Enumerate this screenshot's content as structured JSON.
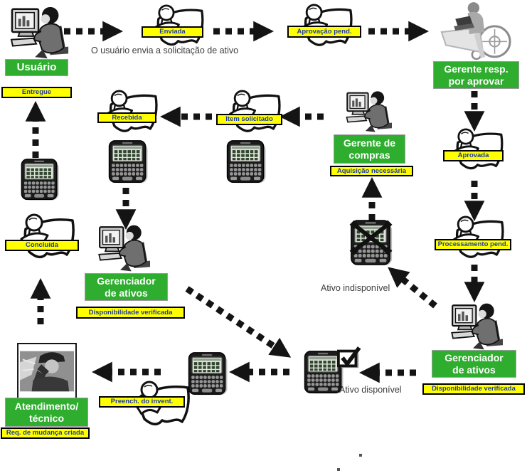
{
  "diagram": {
    "language": "pt-BR",
    "colors": {
      "role_box_green": "#2FAD2F",
      "role_text": "#FFFFFF",
      "status_fill_yellow": "#FFFF00",
      "status_text_blue": "#1B3AAE",
      "status_border": "#000000",
      "arrow": "#141414",
      "background": "#FFFFFF"
    }
  },
  "roles": {
    "usuario": {
      "label": "Usuário"
    },
    "gerente_aprovador": {
      "line1": "Gerente resp.",
      "line2": "por aprovar"
    },
    "gerente_compras": {
      "line1": "Gerente de",
      "line2": "compras"
    },
    "gerenciador_ativos_centro": {
      "line1": "Gerenciador",
      "line2": "de ativos"
    },
    "gerenciador_ativos_direita": {
      "line1": "Gerenciador",
      "line2": "de ativos"
    },
    "atendimento_tecnico": {
      "line1": "Atendimento/",
      "line2": "técnico"
    }
  },
  "statuses": {
    "entregue": "Entregue",
    "enviada": "Enviada",
    "aprovacao_pend": "Aprovação pend.",
    "aprovada": "Aprovada",
    "processamento_pend": "Processamento pend.",
    "recebida": "Recebida",
    "item_solicitado": "Item solicitado",
    "aquisicao_necessaria": "Aquisição necessária",
    "disponibilidade_verificada_centro": "Disponibilidade verificada",
    "disponibilidade_verificada_direita": "Disponibilidade verificada",
    "concluida": "Concluída",
    "preench_invent": "Preench. do invent.",
    "req_mudanca_criada": "Req. de mudança criada"
  },
  "captions": {
    "envio_solicitacao": "O usuário envia a solicitação de ativo",
    "ativo_indisponivel": "Ativo indisponível",
    "ativo_disponivel": "Ativo disponível"
  }
}
